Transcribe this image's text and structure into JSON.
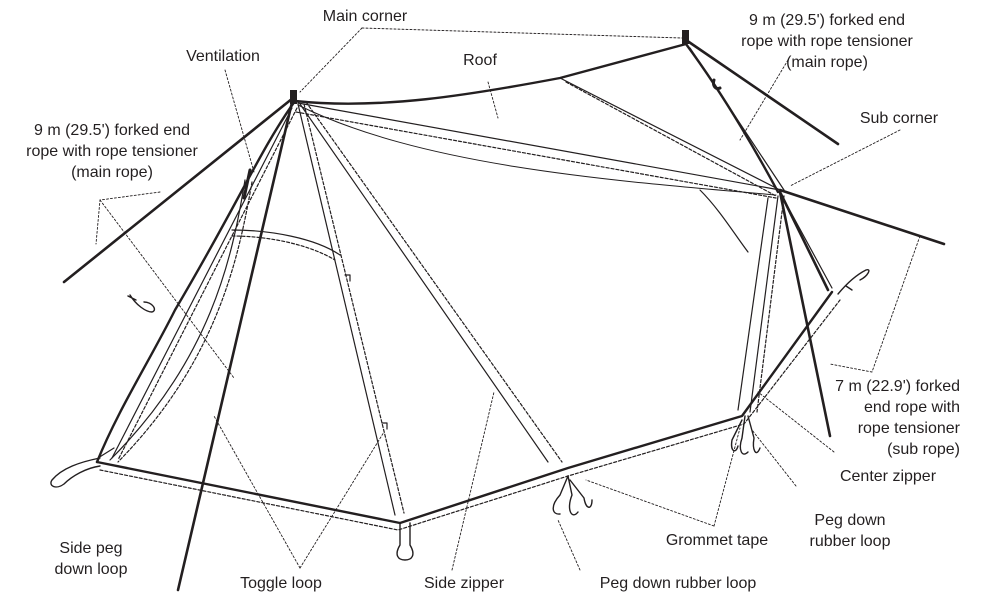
{
  "labels": {
    "main_corner": "Main corner",
    "ventilation": "Ventilation",
    "roof": "Roof",
    "rope_main_right": [
      "9 m (29.5') forked end",
      "rope with rope tensioner",
      "(main rope)"
    ],
    "sub_corner": "Sub corner",
    "rope_main_left": [
      "9 m (29.5') forked end",
      "rope with rope tensioner",
      "(main rope)"
    ],
    "rope_sub": [
      "7 m (22.9') forked",
      "end rope with",
      "rope tensioner",
      "(sub rope)"
    ],
    "center_zipper": "Center zipper",
    "peg_down_rubber_loop_right": [
      "Peg down",
      "rubber loop"
    ],
    "grommet_tape": "Grommet tape",
    "side_peg_down_loop": [
      "Side peg",
      "down loop"
    ],
    "toggle_loop": "Toggle loop",
    "side_zipper": "Side zipper",
    "peg_down_rubber_loop_bottom": "Peg down rubber loop"
  }
}
